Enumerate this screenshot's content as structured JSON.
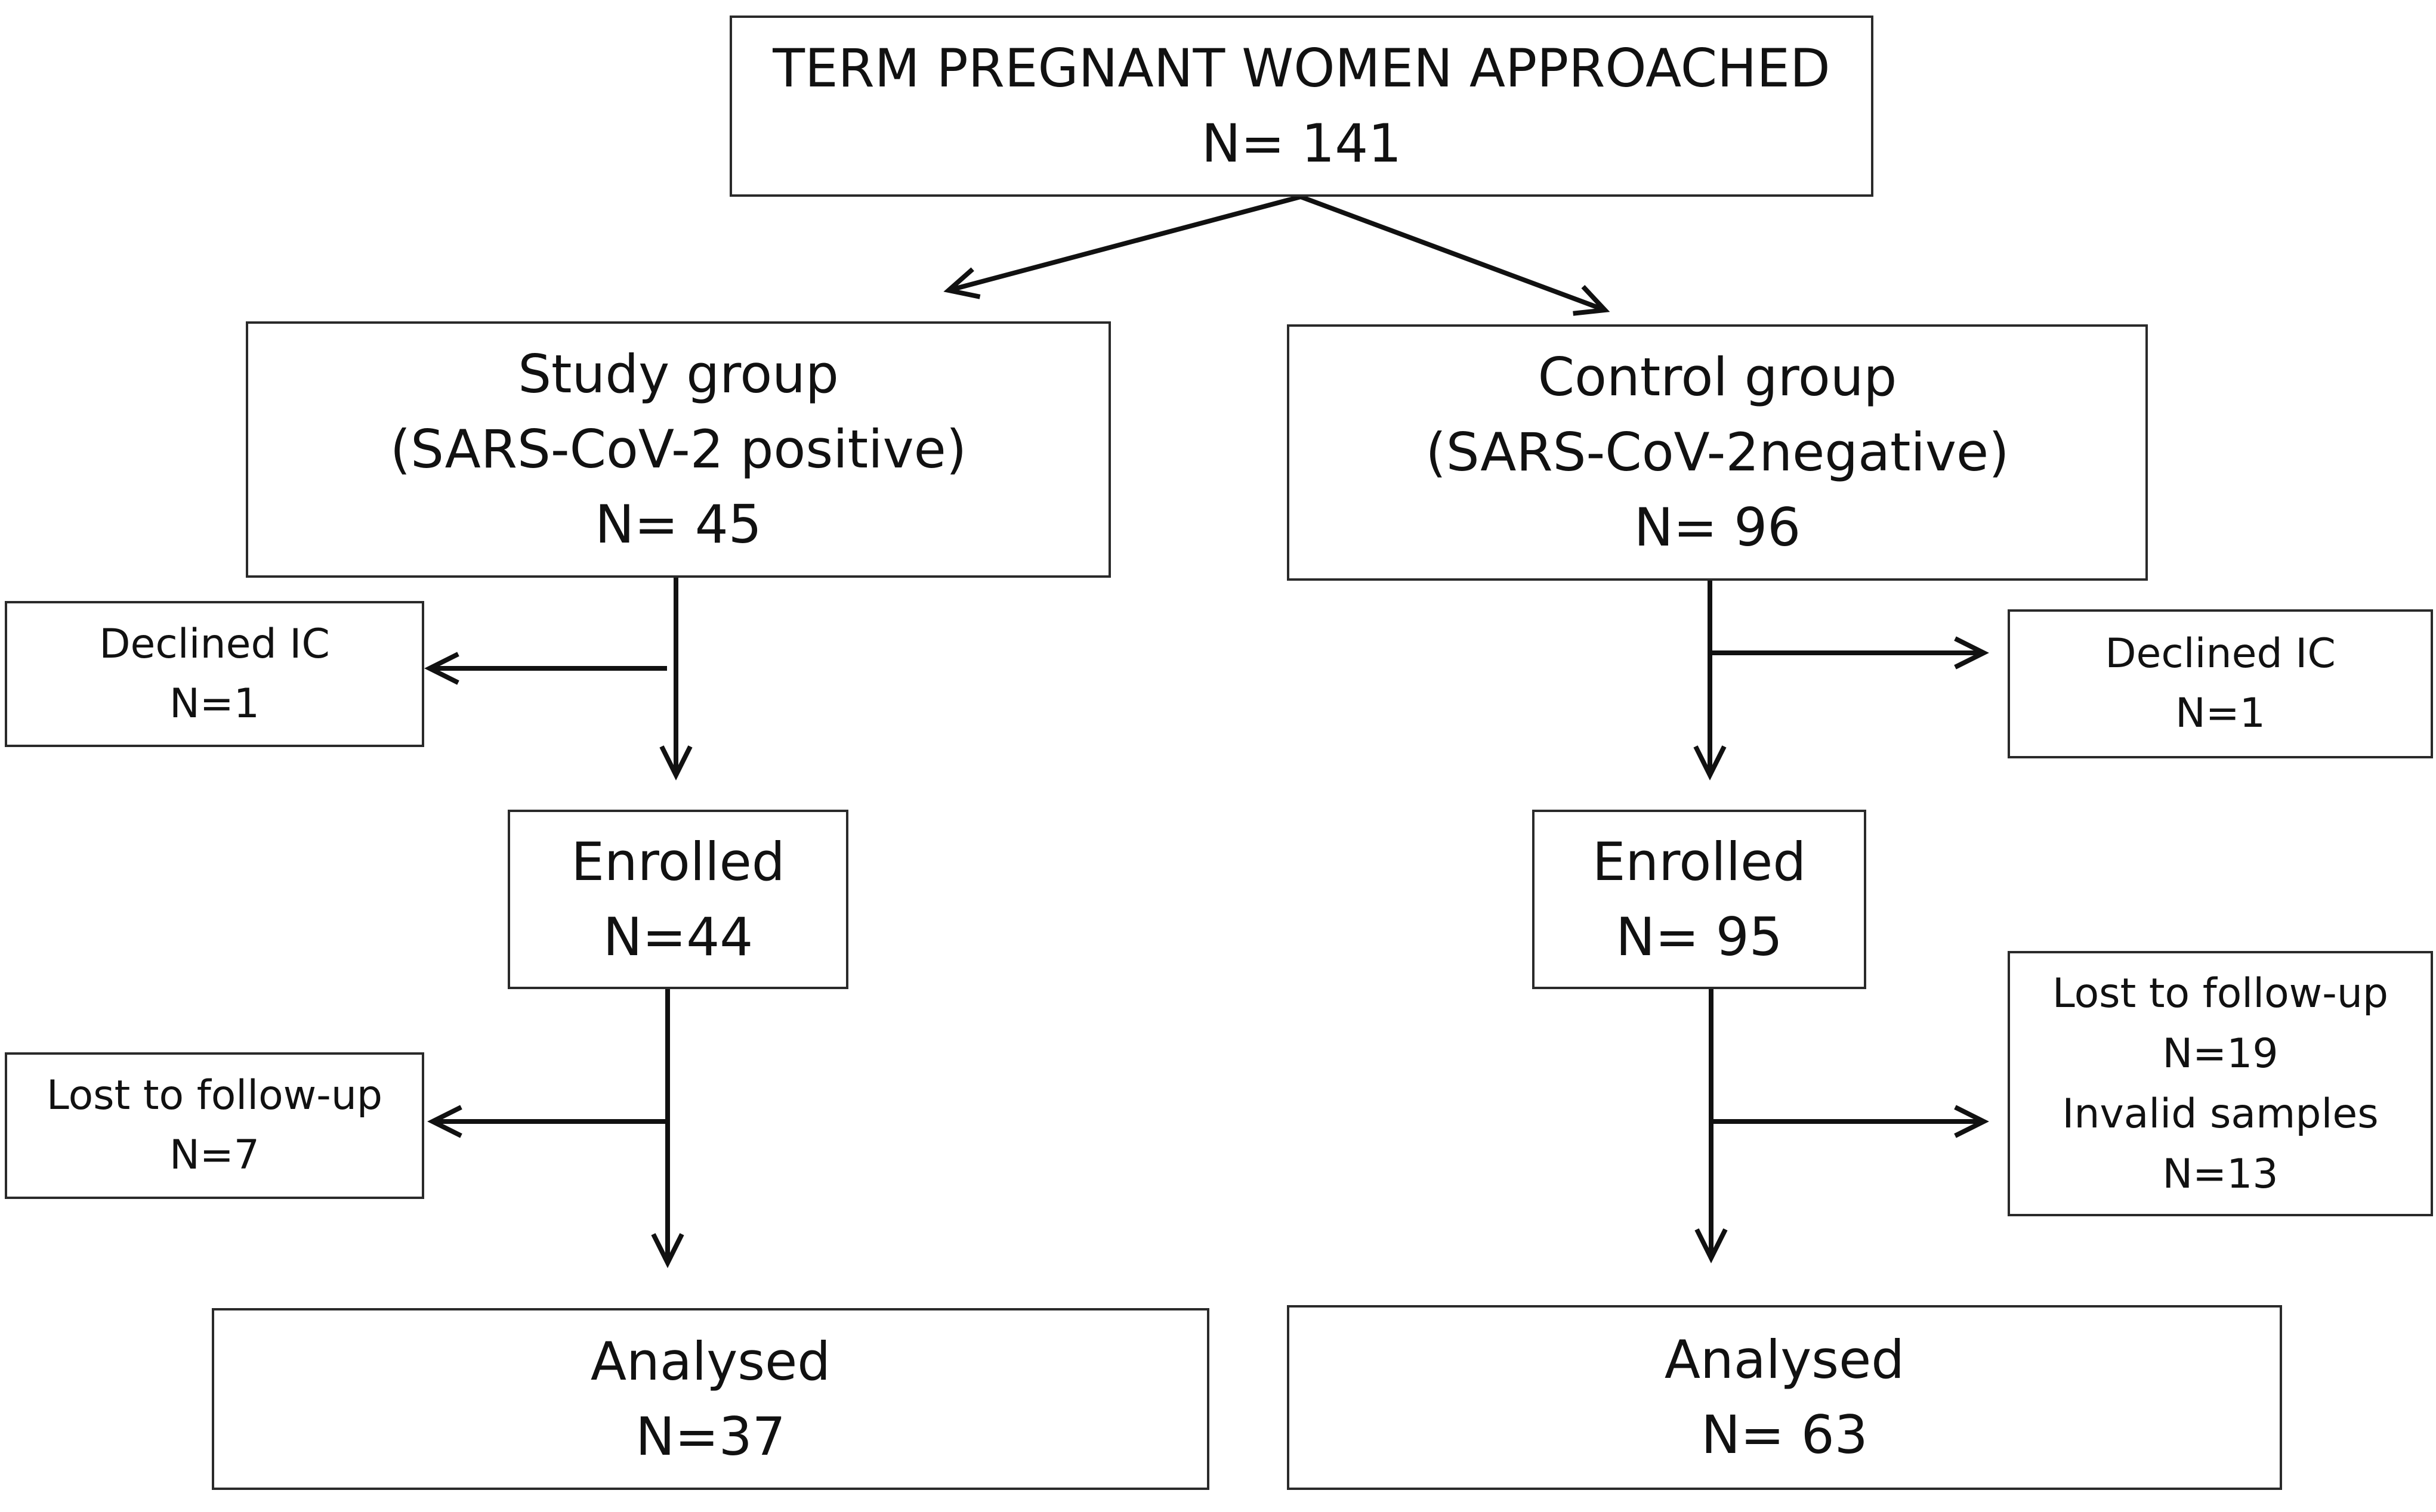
{
  "top": {
    "line1": "TERM PREGNANT WOMEN APPROACHED",
    "line2": "N= 141"
  },
  "study": {
    "group": {
      "line1": "Study group",
      "line2": "(SARS-CoV-2 positive)",
      "line3": "N= 45"
    },
    "declined": {
      "line1": "Declined IC",
      "line2": "N=1"
    },
    "enrolled": {
      "line1": "Enrolled",
      "line2": "N=44"
    },
    "lost": {
      "line1": "Lost to follow-up",
      "line2": "N=7"
    },
    "analysed": {
      "line1": "Analysed",
      "line2": "N=37"
    }
  },
  "control": {
    "group": {
      "line1": "Control group",
      "line2": "(SARS-CoV-2negative)",
      "line3": "N= 96"
    },
    "declined": {
      "line1": "Declined IC",
      "line2": "N=1"
    },
    "enrolled": {
      "line1": "Enrolled",
      "line2": "N= 95"
    },
    "lost": {
      "line1": "Lost to follow-up",
      "line2": "N=19",
      "line3": "Invalid samples",
      "line4": "N=13"
    },
    "analysed": {
      "line1": "Analysed",
      "line2": "N= 63"
    }
  }
}
